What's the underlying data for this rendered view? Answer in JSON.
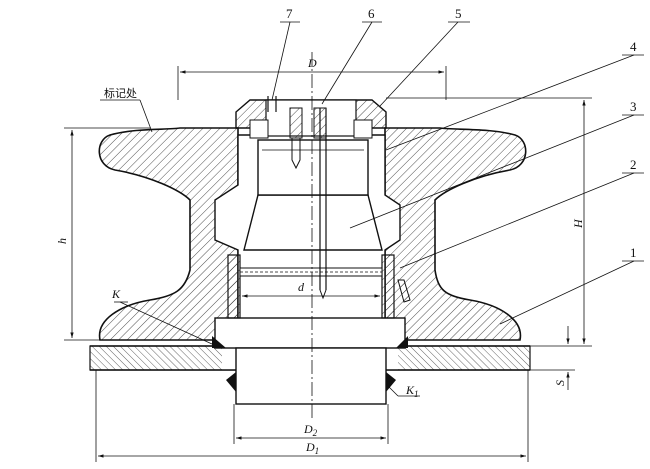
{
  "part_numbers": [
    "1",
    "2",
    "3",
    "4",
    "5",
    "6",
    "7"
  ],
  "dimensions": {
    "D": "D",
    "d": "d",
    "h": "h",
    "H": "H",
    "S": "S",
    "D2": "D",
    "D2_sub": "2",
    "D1": "D",
    "D1_sub": "1",
    "K": "K",
    "K1": "K",
    "K1_sub": "1"
  },
  "marking_label": "标记处"
}
